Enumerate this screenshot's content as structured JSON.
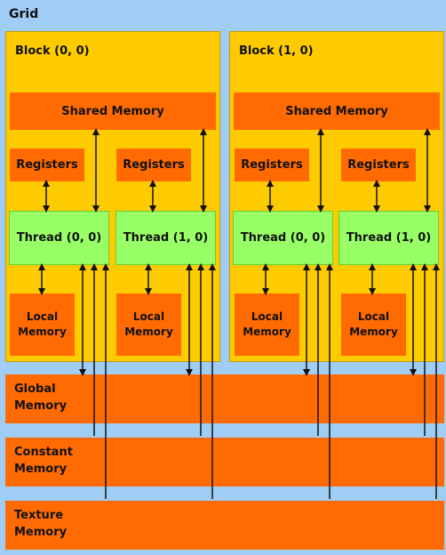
{
  "grid": {
    "label": "Grid"
  },
  "blocks": [
    {
      "label": "Block (0, 0)",
      "shared_memory": "Shared Memory",
      "registers": [
        "Registers",
        "Registers"
      ],
      "threads": [
        "Thread (0, 0)",
        "Thread (1, 0)"
      ],
      "local_memory": [
        "Local Memory",
        "Local Memory"
      ]
    },
    {
      "label": "Block (1, 0)",
      "shared_memory": "Shared Memory",
      "registers": [
        "Registers",
        "Registers"
      ],
      "threads": [
        "Thread (0, 0)",
        "Thread (1, 0)"
      ],
      "local_memory": [
        "Local Memory",
        "Local Memory"
      ]
    }
  ],
  "global_spaces": [
    {
      "line1": "Global",
      "line2": "Memory"
    },
    {
      "line1": "Constant",
      "line2": "Memory"
    },
    {
      "line1": "Texture",
      "line2": "Memory"
    }
  ],
  "colors": {
    "background": "#9fcdf6",
    "block": "#fecb00",
    "memory": "#ff6b00",
    "thread": "#99ff66"
  }
}
